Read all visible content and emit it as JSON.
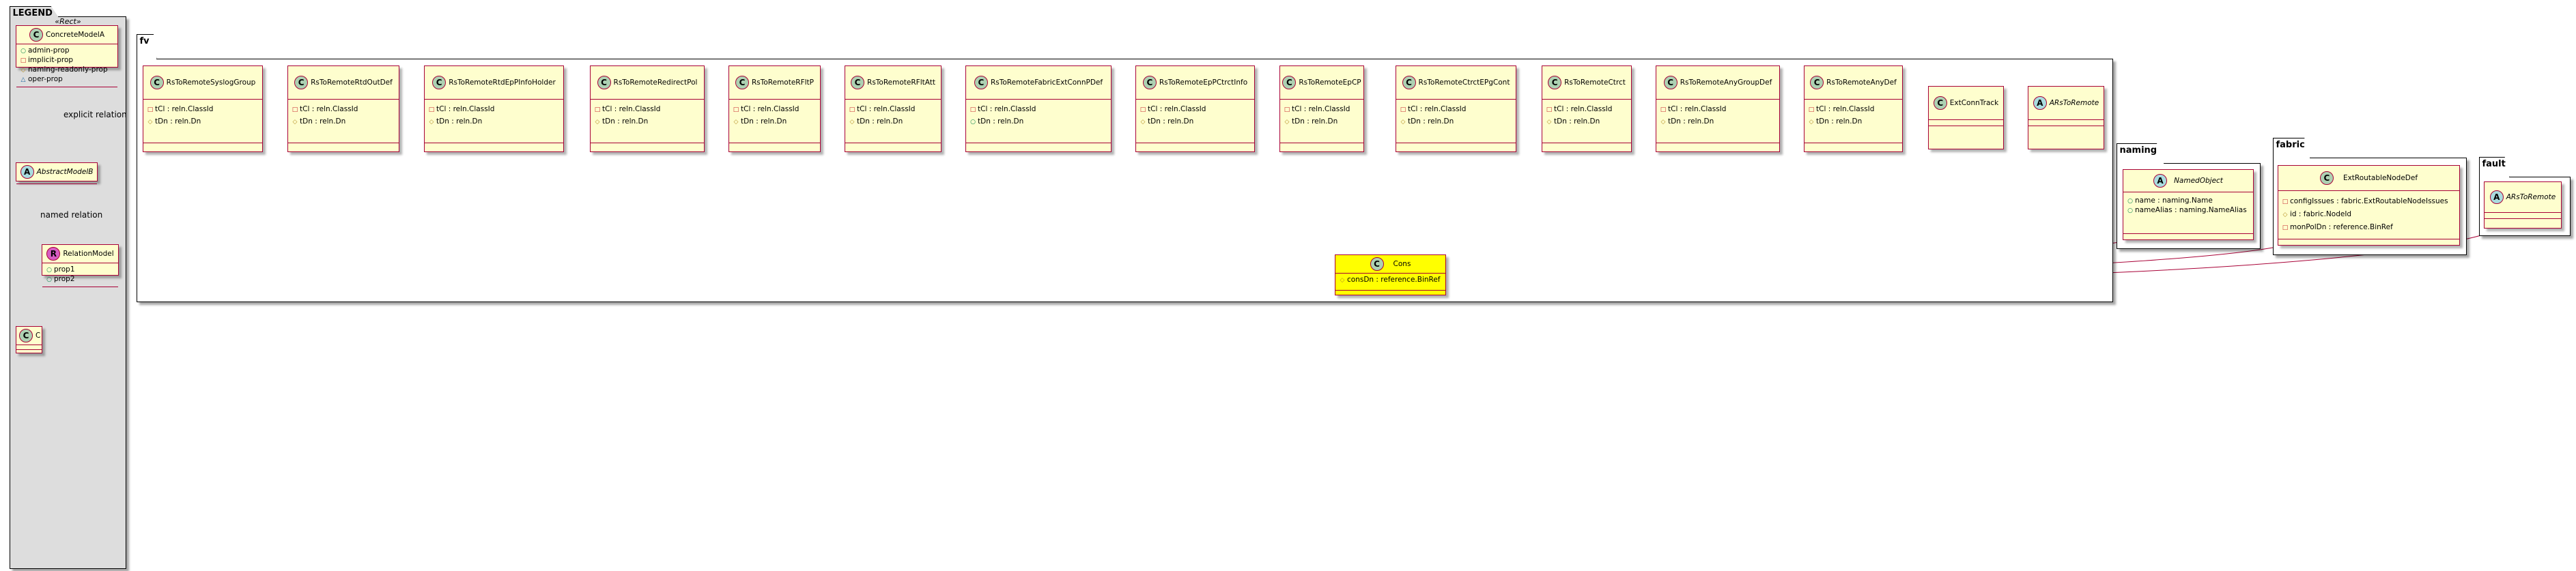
{
  "legend": {
    "title": "LEGEND",
    "stereotype": "«Rect»",
    "concrete": {
      "name": "ConcreteModelA",
      "attrs": [
        {
          "vis": "○",
          "kind": "pub",
          "text": "admin-prop"
        },
        {
          "vis": "□",
          "kind": "priv",
          "text": "implicit-prop"
        },
        {
          "vis": "◇",
          "kind": "prot",
          "text": "naming-readonly-prop"
        },
        {
          "vis": "△",
          "kind": "pkg",
          "text": "oper-prop"
        }
      ]
    },
    "abstract": {
      "name": "AbstractModelB"
    },
    "relation": {
      "name": "RelationModel",
      "attrs": [
        {
          "vis": "○",
          "kind": "pub",
          "text": "prop1"
        },
        {
          "vis": "○",
          "kind": "pub",
          "text": "prop2"
        }
      ]
    },
    "c": {
      "name": "C"
    },
    "explicit_label": "explicit relation",
    "named_label": "named relation"
  },
  "packages": {
    "fv": "fv",
    "naming": "naming",
    "fabric": "fabric",
    "fault": "fault"
  },
  "fv_classes": [
    {
      "name": "RsToRemoteSyslogGroup",
      "type": "C",
      "attrs": [
        {
          "vis": "□",
          "kind": "priv",
          "text": "tCl : reln.ClassId"
        },
        {
          "vis": "◇",
          "kind": "prot",
          "text": "tDn : reln.Dn"
        }
      ]
    },
    {
      "name": "RsToRemoteRtdOutDef",
      "type": "C",
      "attrs": [
        {
          "vis": "□",
          "kind": "priv",
          "text": "tCl : reln.ClassId"
        },
        {
          "vis": "◇",
          "kind": "prot",
          "text": "tDn : reln.Dn"
        }
      ]
    },
    {
      "name": "RsToRemoteRtdEpPInfoHolder",
      "type": "C",
      "attrs": [
        {
          "vis": "□",
          "kind": "priv",
          "text": "tCl : reln.ClassId"
        },
        {
          "vis": "◇",
          "kind": "prot",
          "text": "tDn : reln.Dn"
        }
      ]
    },
    {
      "name": "RsToRemoteRedirectPol",
      "type": "C",
      "attrs": [
        {
          "vis": "□",
          "kind": "priv",
          "text": "tCl : reln.ClassId"
        },
        {
          "vis": "◇",
          "kind": "prot",
          "text": "tDn : reln.Dn"
        }
      ]
    },
    {
      "name": "RsToRemoteRFltP",
      "type": "C",
      "attrs": [
        {
          "vis": "□",
          "kind": "priv",
          "text": "tCl : reln.ClassId"
        },
        {
          "vis": "◇",
          "kind": "prot",
          "text": "tDn : reln.Dn"
        }
      ]
    },
    {
      "name": "RsToRemoteRFltAtt",
      "type": "C",
      "attrs": [
        {
          "vis": "□",
          "kind": "priv",
          "text": "tCl : reln.ClassId"
        },
        {
          "vis": "◇",
          "kind": "prot",
          "text": "tDn : reln.Dn"
        }
      ]
    },
    {
      "name": "RsToRemoteFabricExtConnPDef",
      "type": "C",
      "attrs": [
        {
          "vis": "□",
          "kind": "priv",
          "text": "tCl : reln.ClassId"
        },
        {
          "vis": "○",
          "kind": "pub",
          "text": "tDn : reln.Dn"
        }
      ]
    },
    {
      "name": "RsToRemoteEpPCtrctInfo",
      "type": "C",
      "attrs": [
        {
          "vis": "□",
          "kind": "priv",
          "text": "tCl : reln.ClassId"
        },
        {
          "vis": "◇",
          "kind": "prot",
          "text": "tDn : reln.Dn"
        }
      ]
    },
    {
      "name": "RsToRemoteEpCP",
      "type": "C",
      "attrs": [
        {
          "vis": "□",
          "kind": "priv",
          "text": "tCl : reln.ClassId"
        },
        {
          "vis": "◇",
          "kind": "prot",
          "text": "tDn : reln.Dn"
        }
      ]
    },
    {
      "name": "RsToRemoteCtrctEPgCont",
      "type": "C",
      "attrs": [
        {
          "vis": "□",
          "kind": "priv",
          "text": "tCl : reln.ClassId"
        },
        {
          "vis": "◇",
          "kind": "prot",
          "text": "tDn : reln.Dn"
        }
      ]
    },
    {
      "name": "RsToRemoteCtrct",
      "type": "C",
      "attrs": [
        {
          "vis": "□",
          "kind": "priv",
          "text": "tCl : reln.ClassId"
        },
        {
          "vis": "◇",
          "kind": "prot",
          "text": "tDn : reln.Dn"
        }
      ]
    },
    {
      "name": "RsToRemoteAnyGroupDef",
      "type": "C",
      "attrs": [
        {
          "vis": "□",
          "kind": "priv",
          "text": "tCl : reln.ClassId"
        },
        {
          "vis": "◇",
          "kind": "prot",
          "text": "tDn : reln.Dn"
        }
      ]
    },
    {
      "name": "RsToRemoteAnyDef",
      "type": "C",
      "attrs": [
        {
          "vis": "□",
          "kind": "priv",
          "text": "tCl : reln.ClassId"
        },
        {
          "vis": "◇",
          "kind": "prot",
          "text": "tDn : reln.Dn"
        }
      ]
    },
    {
      "name": "ExtConnTrack",
      "type": "C",
      "attrs": []
    },
    {
      "name": "ARsToRemote",
      "type": "A",
      "attrs": []
    }
  ],
  "cons": {
    "name": "Cons",
    "type": "C",
    "attrs": [
      {
        "vis": "◇",
        "kind": "prot",
        "text": "consDn : reference.BinRef"
      }
    ],
    "fill": "#FFFF00"
  },
  "named_object": {
    "name": "NamedObject",
    "type": "A",
    "attrs": [
      {
        "vis": "○",
        "kind": "pub",
        "text": "name : naming.Name"
      },
      {
        "vis": "○",
        "kind": "pub",
        "text": "nameAlias : naming.NameAlias"
      }
    ]
  },
  "ext_routable": {
    "name": "ExtRoutableNodeDef",
    "type": "C",
    "attrs": [
      {
        "vis": "□",
        "kind": "priv",
        "text": "configIssues : fabric.ExtRoutableNodeIssues"
      },
      {
        "vis": "◇",
        "kind": "prot",
        "text": "id : fabric.NodeId"
      },
      {
        "vis": "□",
        "kind": "priv",
        "text": "monPolDn : reference.BinRef"
      }
    ]
  },
  "fault_ars": {
    "name": "ARsToRemote",
    "type": "A",
    "attrs": []
  },
  "colors": {
    "edge": "#A80036",
    "class_fill": "#FEFECE",
    "legend_bg": "#DDDDDD"
  }
}
